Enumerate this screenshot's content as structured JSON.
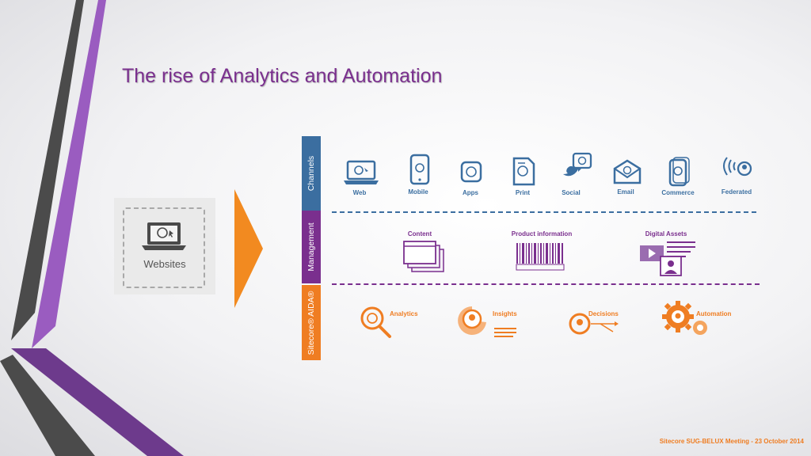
{
  "slide": {
    "title": "The rise of Analytics and Automation",
    "footer": "Sitecore SUG-BELUX Meeting - 23 October 2014"
  },
  "websites": {
    "label": "Websites",
    "icon": "laptop-user-icon"
  },
  "bands": {
    "channels": {
      "label": "Channels",
      "color": "#3b6ea0"
    },
    "management": {
      "label": "Management",
      "color": "#7a2f8e"
    },
    "aida": {
      "label": "Sitecore® AIDA®",
      "color": "#ef7d22"
    }
  },
  "channels": [
    {
      "label": "Web",
      "icon": "laptop-icon"
    },
    {
      "label": "Mobile",
      "icon": "mobile-icon"
    },
    {
      "label": "Apps",
      "icon": "app-icon"
    },
    {
      "label": "Print",
      "icon": "print-icon"
    },
    {
      "label": "Social",
      "icon": "social-icon"
    },
    {
      "label": "Email",
      "icon": "email-icon"
    },
    {
      "label": "Commerce",
      "icon": "commerce-icon"
    },
    {
      "label": "Federated",
      "icon": "federated-icon"
    }
  ],
  "management": [
    {
      "label": "Content",
      "icon": "content-windows-icon"
    },
    {
      "label": "Product information",
      "icon": "barcode-icon"
    },
    {
      "label": "Digital Assets",
      "icon": "digital-assets-icon"
    }
  ],
  "aida": [
    {
      "label": "Analytics",
      "icon": "analytics-icon"
    },
    {
      "label": "Insights",
      "icon": "insights-icon"
    },
    {
      "label": "Decisions",
      "icon": "decisions-icon"
    },
    {
      "label": "Automation",
      "icon": "automation-icon"
    }
  ],
  "colors": {
    "title": "#7a2f8e",
    "arrow": "#f28a20",
    "channels": "#3b6ea0",
    "management": "#7a2f8e",
    "aida": "#ef7d22"
  }
}
